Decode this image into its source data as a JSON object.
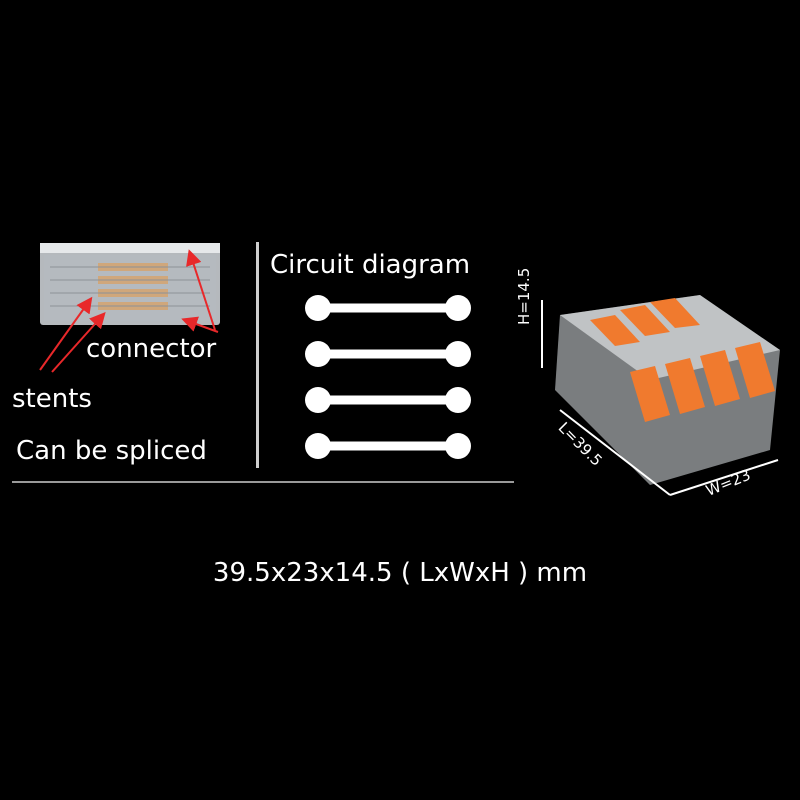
{
  "labels": {
    "connector": "connector",
    "stents": "stents",
    "spliced": "Can be spliced",
    "circuit_title": "Circuit diagram",
    "dimensions": "39.5x23x14.5 ( LxWxH ) mm",
    "height_mark": "H=14.5",
    "length_mark": "L=39.5",
    "width_mark": "W=23"
  },
  "circuit": {
    "line_count": 4
  },
  "colors": {
    "background": "#000000",
    "text": "#ffffff",
    "arrow": "#e8282a",
    "lever": "#f07a2e",
    "housing": "#dfe4e8"
  }
}
